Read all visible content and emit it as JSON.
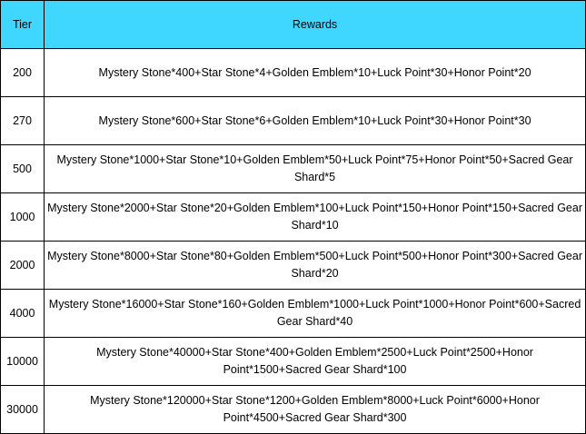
{
  "table": {
    "headers": {
      "tier": "Tier",
      "rewards": "Rewards"
    },
    "rows": [
      {
        "tier": "200",
        "rewards": "Mystery Stone*400+Star Stone*4+Golden Emblem*10+Luck Point*30+Honor Point*20"
      },
      {
        "tier": "270",
        "rewards": "Mystery Stone*600+Star Stone*6+Golden Emblem*10+Luck Point*30+Honor Point*30"
      },
      {
        "tier": "500",
        "rewards": "Mystery Stone*1000+Star Stone*10+Golden Emblem*50+Luck Point*75+Honor Point*50+Sacred Gear Shard*5"
      },
      {
        "tier": "1000",
        "rewards": "Mystery Stone*2000+Star Stone*20+Golden Emblem*100+Luck Point*150+Honor Point*150+Sacred Gear Shard*10"
      },
      {
        "tier": "2000",
        "rewards": "Mystery Stone*8000+Star Stone*80+Golden Emblem*500+Luck Point*500+Honor Point*300+Sacred Gear Shard*20"
      },
      {
        "tier": "4000",
        "rewards": "Mystery Stone*16000+Star Stone*160+Golden Emblem*1000+Luck Point*1000+Honor Point*600+Sacred Gear Shard*40"
      },
      {
        "tier": "10000",
        "rewards": "Mystery Stone*40000+Star Stone*400+Golden Emblem*2500+Luck Point*2500+Honor Point*1500+Sacred Gear Shard*100"
      },
      {
        "tier": "30000",
        "rewards": "Mystery Stone*120000+Star Stone*1200+Golden Emblem*8000+Luck Point*6000+Honor Point*4500+Sacred Gear Shard*300"
      }
    ]
  },
  "colors": {
    "header_background": "#3fd7ff",
    "border": "#000000",
    "background": "#ffffff"
  }
}
